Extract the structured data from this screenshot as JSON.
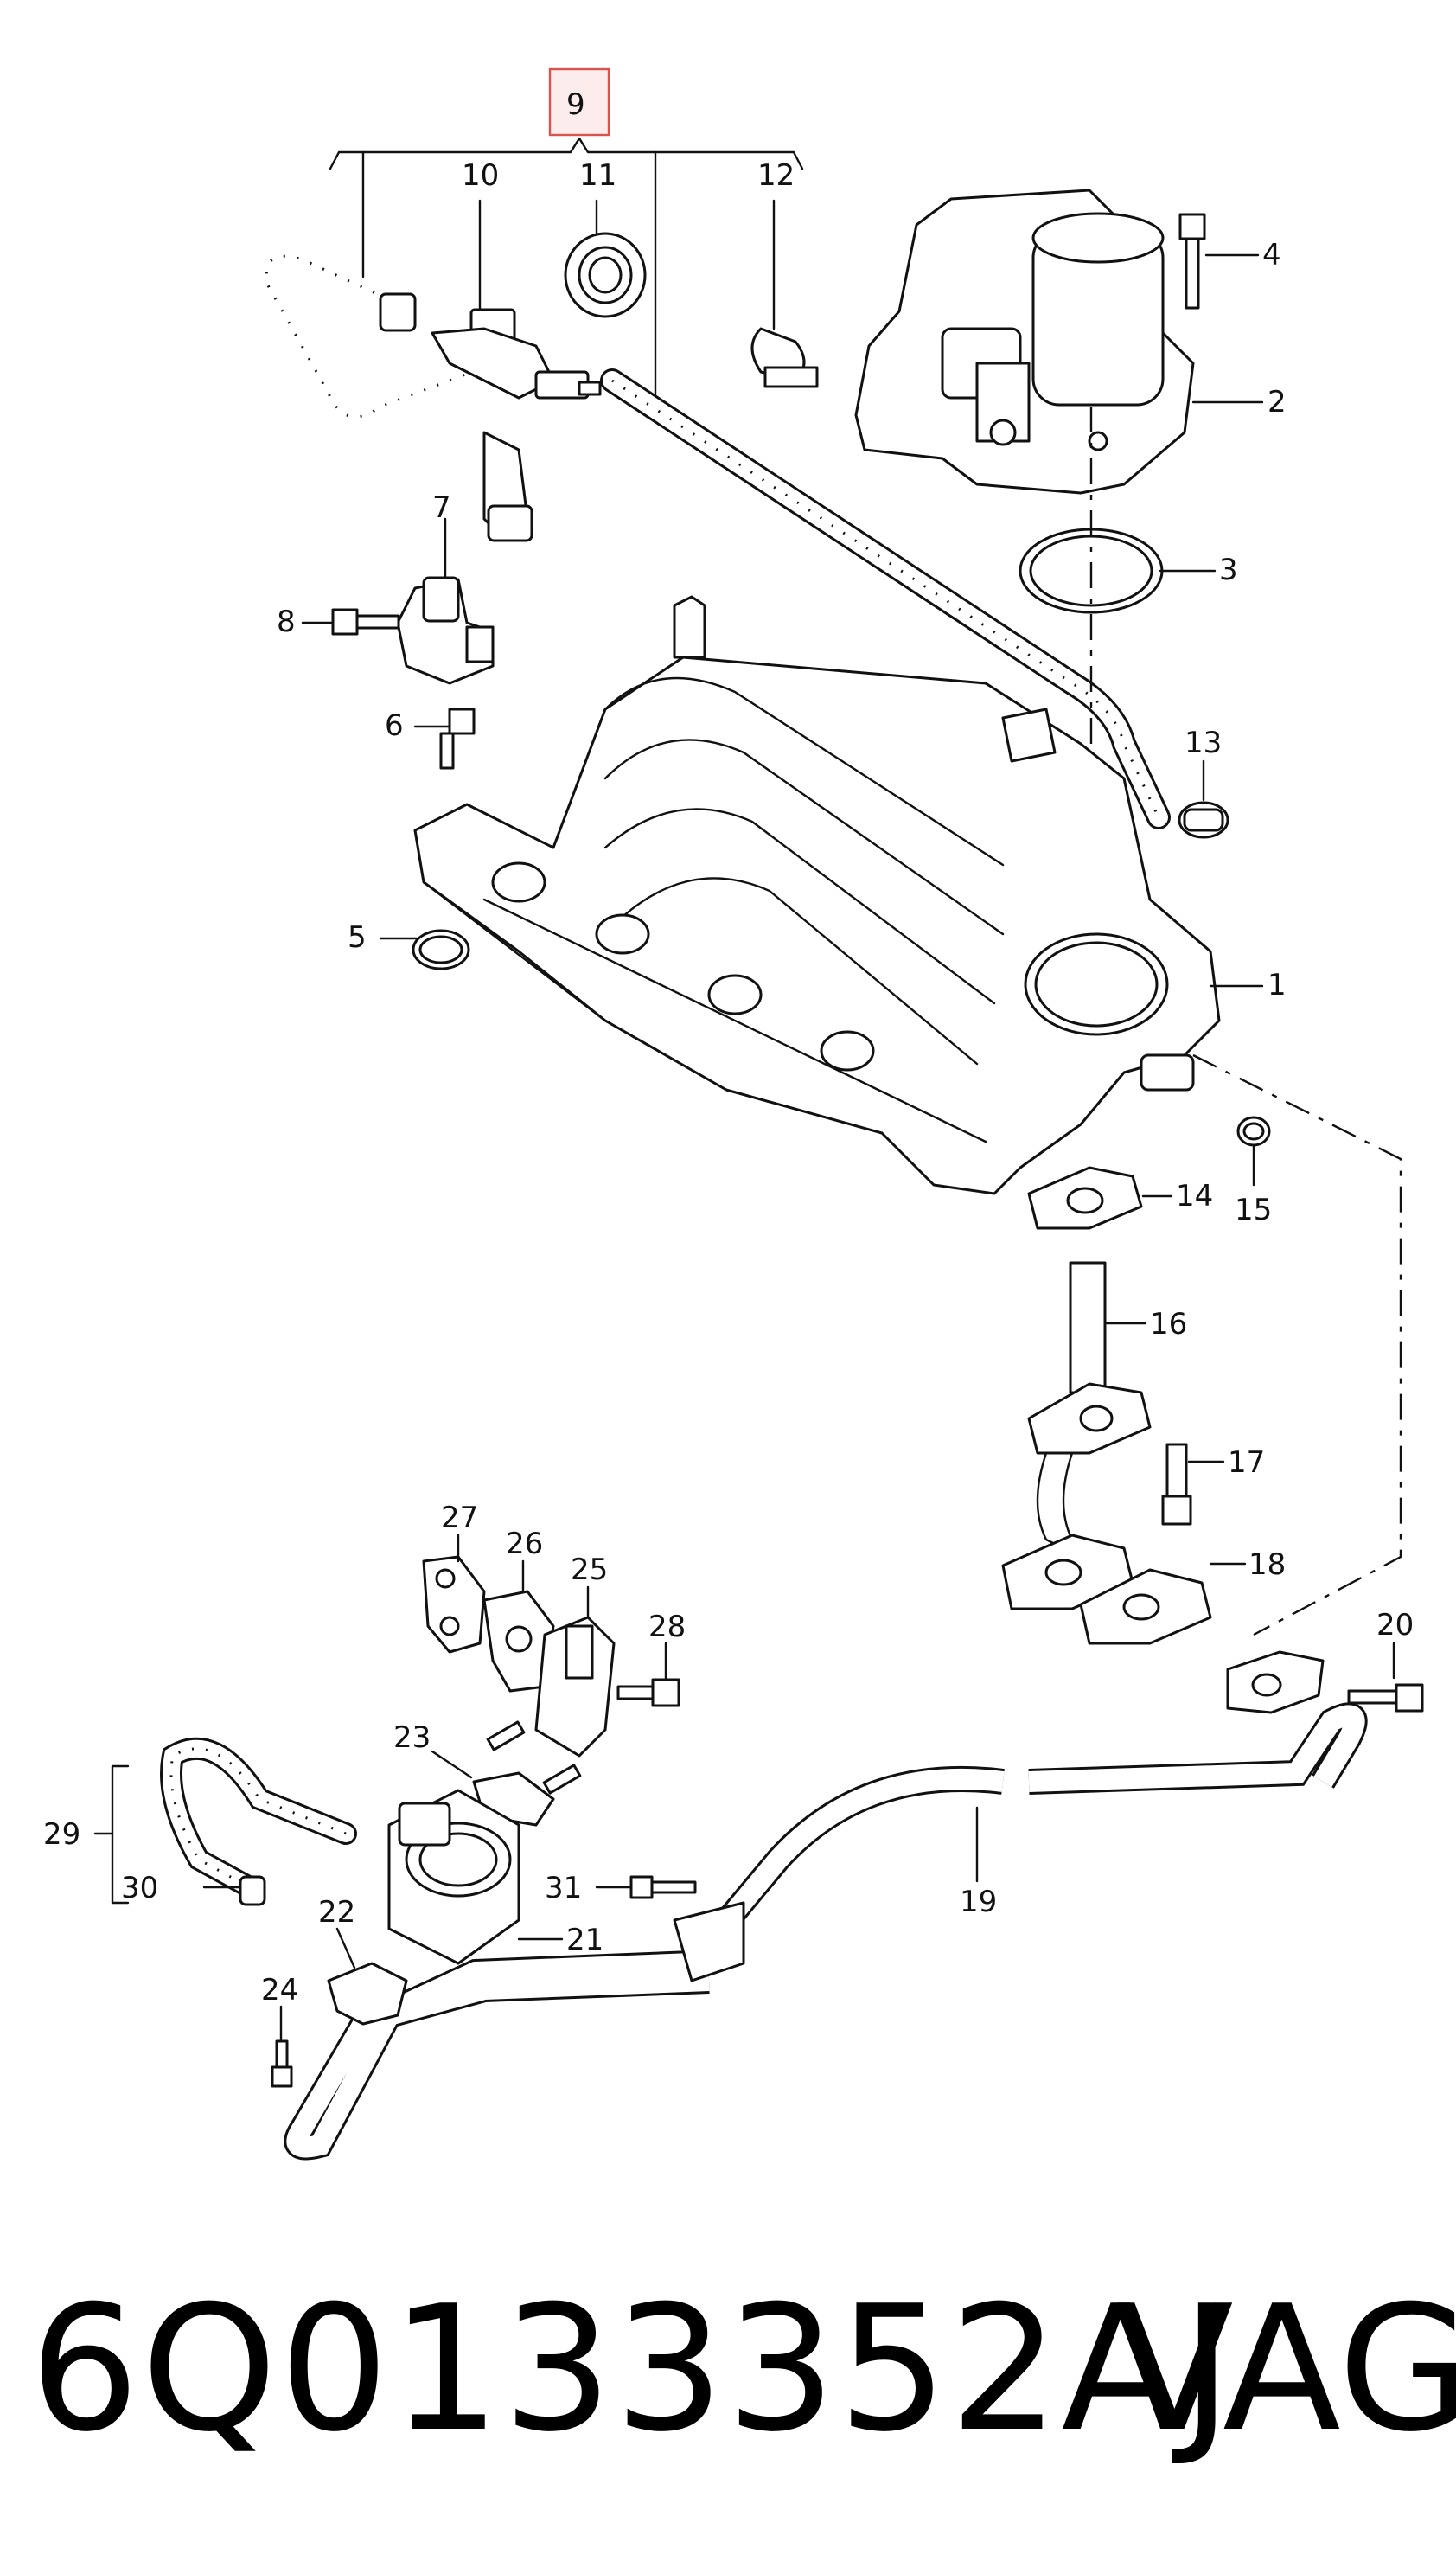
{
  "diagram": {
    "callouts": {
      "c1": "1",
      "c2": "2",
      "c3": "3",
      "c4": "4",
      "c5": "5",
      "c6": "6",
      "c7": "7",
      "c8": "8",
      "c9": "9",
      "c10": "10",
      "c11": "11",
      "c12": "12",
      "c13": "13",
      "c14": "14",
      "c15": "15",
      "c16": "16",
      "c17": "17",
      "c18": "18",
      "c19": "19",
      "c20": "20",
      "c21": "21",
      "c22": "22",
      "c23": "23",
      "c24": "24",
      "c25": "25",
      "c26": "26",
      "c27": "27",
      "c28": "28",
      "c29": "29",
      "c30": "30",
      "c31": "31"
    },
    "highlight_color": "#d9534f"
  },
  "caption": {
    "part_number": "6Q0133352AJ",
    "brand": "VAG"
  }
}
